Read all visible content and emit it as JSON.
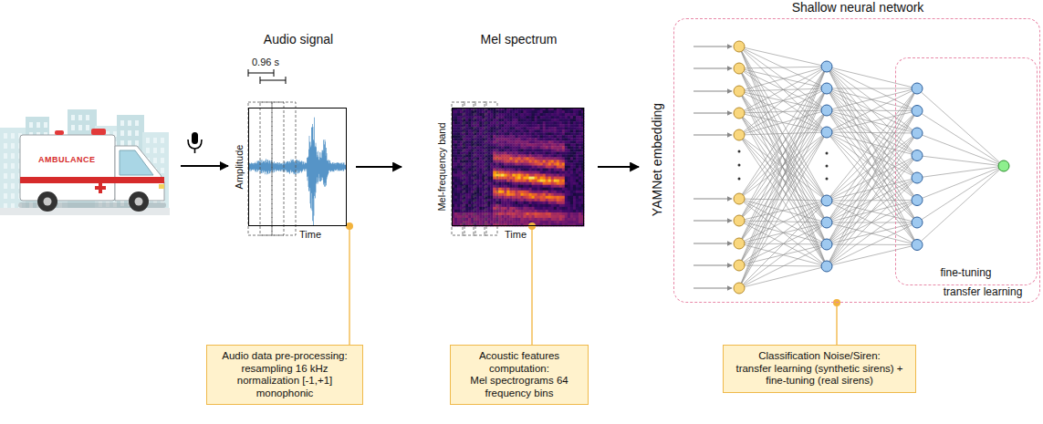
{
  "diagram": {
    "nodes": [
      {
        "text": [
          "Audio signal"
        ]
      },
      {
        "text": [
          "Mel spectrum"
        ]
      },
      {
        "text": [
          "Shallow neural network",
          "transfer learning"
        ]
      },
      {
        "text": [
          "fine-tuning"
        ],
        "in": 2
      },
      {
        "text": [
          "Audio data pre-processing:",
          "resampling 16 kHz normalization [-1,+1] monophonic"
        ]
      },
      {
        "text": [
          "Acoustic features computation:",
          "Mel spectrograms 64 frequency bins"
        ]
      },
      {
        "text": [
          "Classification Noise/Siren:",
          "transfer learning (synthetic sirens) + fine-tuning (real sirens)"
        ]
      }
    ],
    "edges": [
      {
        "from": 0,
        "to": 1,
        "arrow": "to"
      },
      {
        "from": 1,
        "to": 2,
        "arrow": "to"
      },
      {
        "from": 4,
        "to": 0,
        "arrow": "none"
      },
      {
        "from": 5,
        "to": 1,
        "arrow": "none"
      },
      {
        "from": 6,
        "to": 2,
        "arrow": "none"
      }
    ],
    "labels": [
      "AMBULANCE",
      "0.96 s",
      "Amplitude",
      "Time",
      "Mel-frequency band",
      "Time",
      "YAMNet embedding"
    ]
  }
}
